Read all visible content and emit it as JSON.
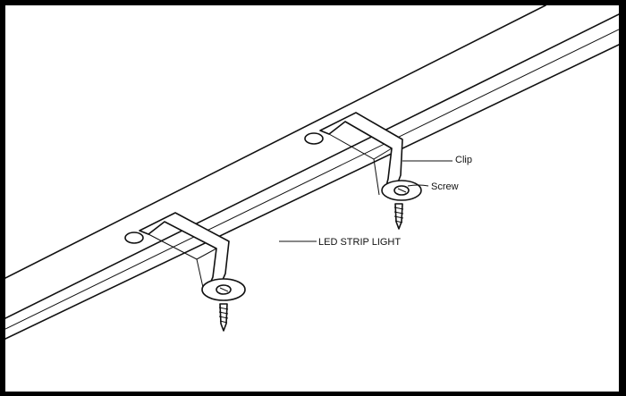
{
  "labels": {
    "clip": "Clip",
    "screw": "Screw",
    "strip": "LED STRIP LIGHT"
  },
  "colors": {
    "frame": "#000000",
    "background": "#ffffff",
    "ink": "#111111"
  }
}
